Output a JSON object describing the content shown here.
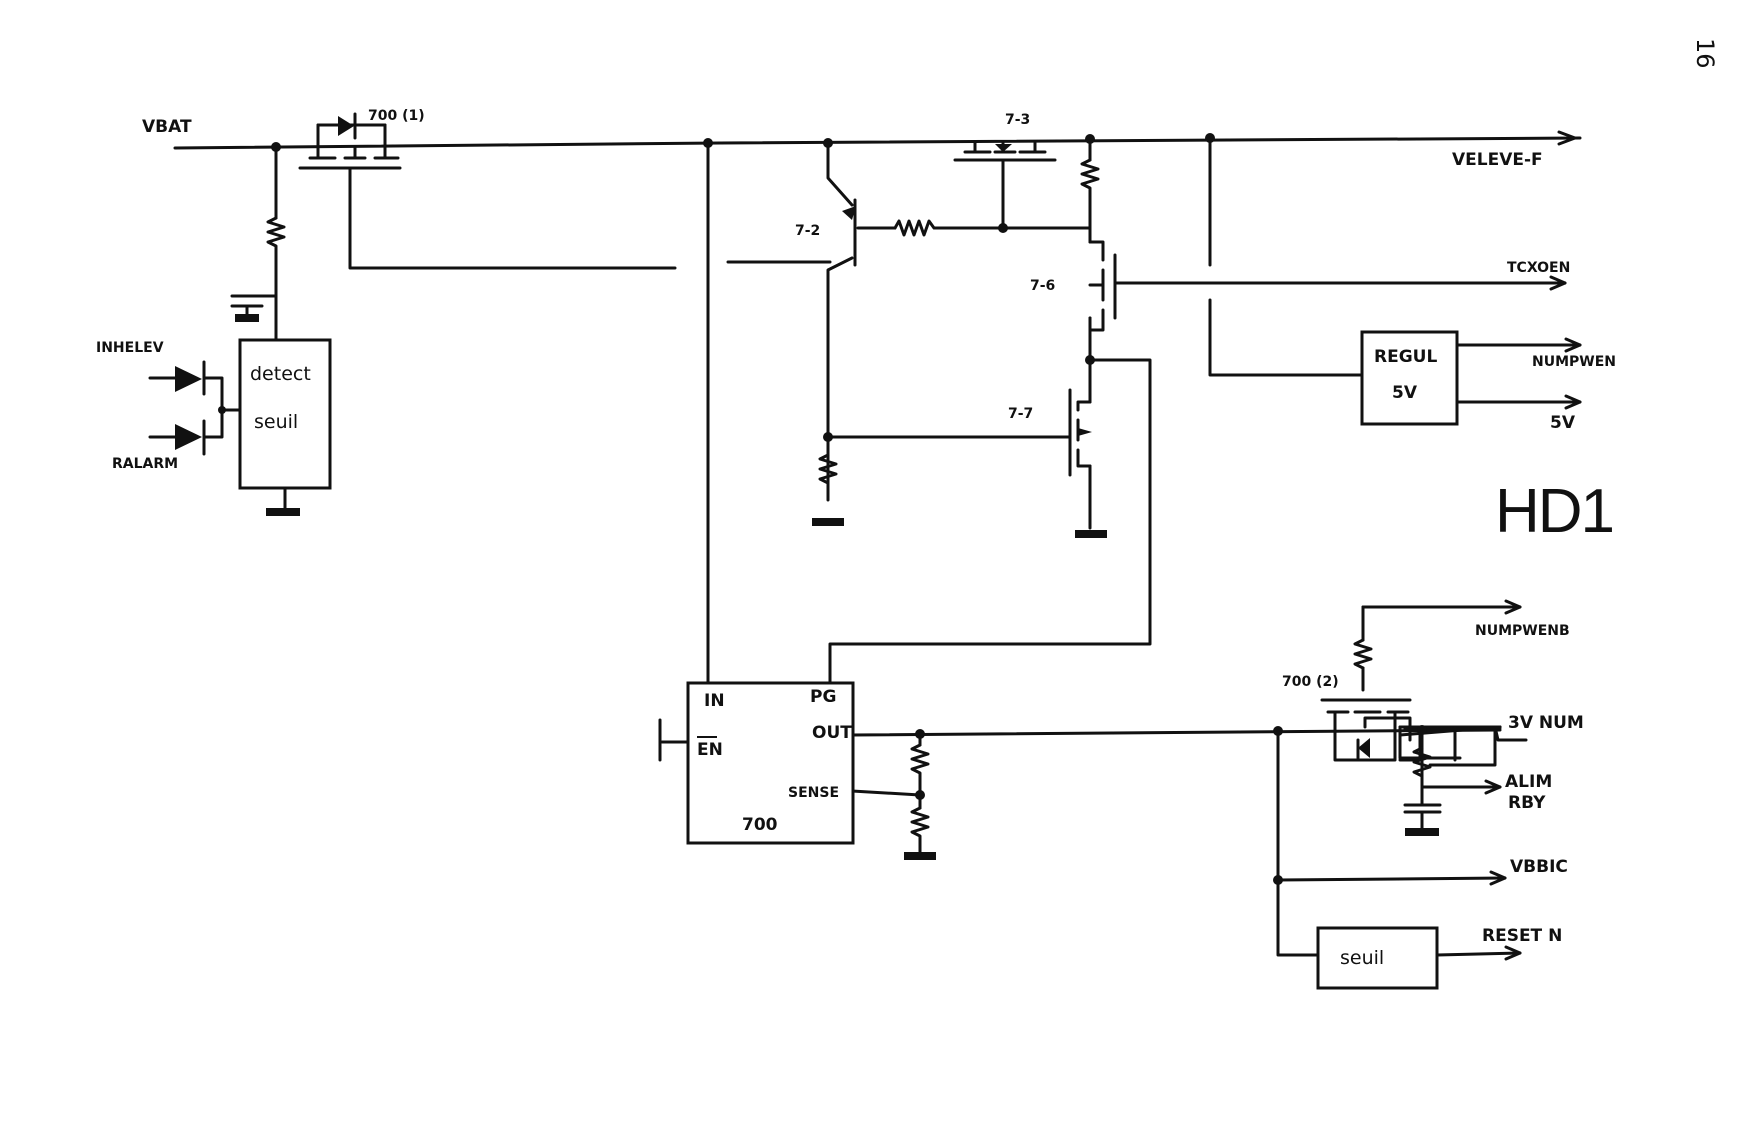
{
  "diagram": {
    "title": "HD1",
    "page_number": "16",
    "nets": {
      "vbat": "VBAT",
      "veleve_f": "VELEVE-F",
      "tcxoen": "TCXOEN",
      "numpwen": "NUMPWEN",
      "five_v": "5V",
      "numpwenb": "NUMPWENB",
      "three_v_num": "3V NUM",
      "alim_rby_1": "ALIM",
      "alim_rby_2": "RBY",
      "vbbic": "VBBIC",
      "resetn": "RESET N",
      "inhelev": "INHELEV",
      "ralarm": "RALARM"
    },
    "components": {
      "t00_1": "700 (1)",
      "t00_2": "700 (2)",
      "t3": "7-3",
      "t2": "7-2",
      "t6": "7-6",
      "t7": "7-7",
      "regulator_ic": "700"
    },
    "blocks": {
      "detect_line1": "detect",
      "detect_line2": "seuil",
      "regul_line1": "REGUL",
      "regul_line2": "5V",
      "seuil": "seuil"
    },
    "pins": {
      "in": "IN",
      "pg": "PG",
      "en": "EN",
      "out": "OUT",
      "sense": "SENSE"
    }
  }
}
